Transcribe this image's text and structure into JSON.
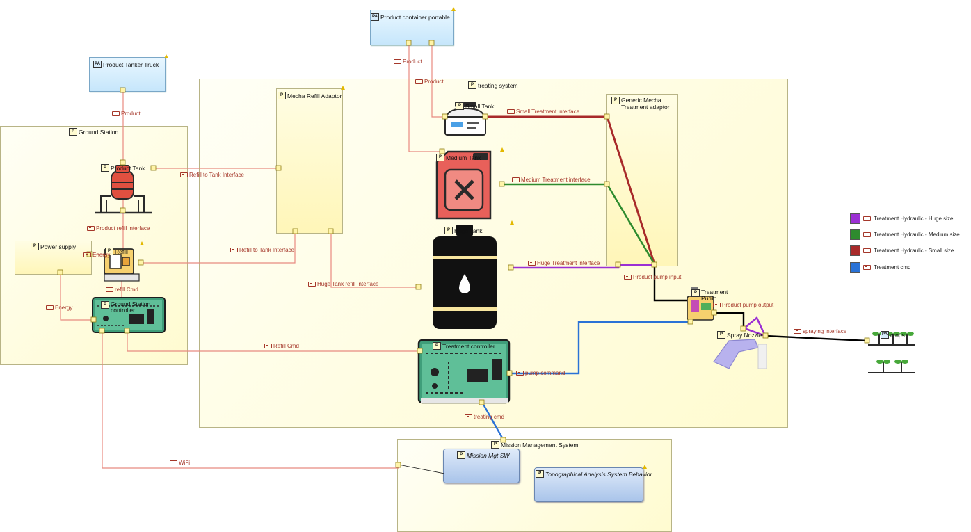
{
  "actors": {
    "product_container": "Product container portable",
    "product_tanker": "Product Tanker Truck",
    "crops": "crops"
  },
  "ground_station": {
    "title": "Ground Station",
    "product_tank": "Product Tank",
    "power_supply": "Power supply",
    "refill": "Refill",
    "ground_controller": "Ground Station controller"
  },
  "treating_system": {
    "title": "treating system",
    "mecha_refill": "Mecha Refill Adaptor",
    "small_tank": "Small Tank",
    "medium_tank": "Medium Tank",
    "huge_tank": "Huge Tank",
    "generic_adaptor": "Generic Mecha Treatment adaptor",
    "treatment_pump": "Treatment Pump",
    "spray_nozzle": "Spray Nozzle",
    "treatment_controller": "Treatment controller"
  },
  "mms": {
    "title": "Mission Management System",
    "mission_sw": "Mission Mgt SW",
    "topo": "Topographical Analysis System Behavior"
  },
  "links": {
    "product_1": "Product",
    "product_2": "Product",
    "product_3": "Product",
    "refill_tank_1": "Refill to Tank Interface",
    "refill_tank_2": "Refill to Tank Interface",
    "product_refill_if": "Product refill interface",
    "refill_cmd_small": "refill Cmd",
    "energy": "Energy",
    "energy_2": "Energy",
    "huge_refill": "Huge Tank refill Interface",
    "refill_cmd": "Refill Cmd",
    "small_if": "Small Treatment interface",
    "medium_if": "Medium Treatment interface",
    "huge_if": "Huge Treatment interface",
    "pump_input": "Product pump input",
    "pump_output": "Product pump output",
    "spraying_if": "spraying interface",
    "pump_command": "pump command",
    "treating_cmd": "treating cmd",
    "wifi": "WiFi"
  },
  "legend": [
    {
      "label": "Treatment Hydraulic - Huge size",
      "color": "#9b2fd3"
    },
    {
      "label": "Treatment Hydraulic - Medium size",
      "color": "#2e8b2e"
    },
    {
      "label": "Treatment Hydraulic - Small size",
      "color": "#a82a2a"
    },
    {
      "label": "Treatment cmd",
      "color": "#2a72d6"
    }
  ],
  "colors": {
    "product_wire": "#e88a80",
    "small_wire": "#a82a2a",
    "medium_wire": "#2e8b2e",
    "huge_wire": "#9b2fd3",
    "cmd_wire": "#2a72d6",
    "spray_wire": "#000000"
  },
  "icons": {
    "part": "part-icon",
    "exchange": "exchange-link-icon",
    "corner": "corner-triangle-icon"
  }
}
